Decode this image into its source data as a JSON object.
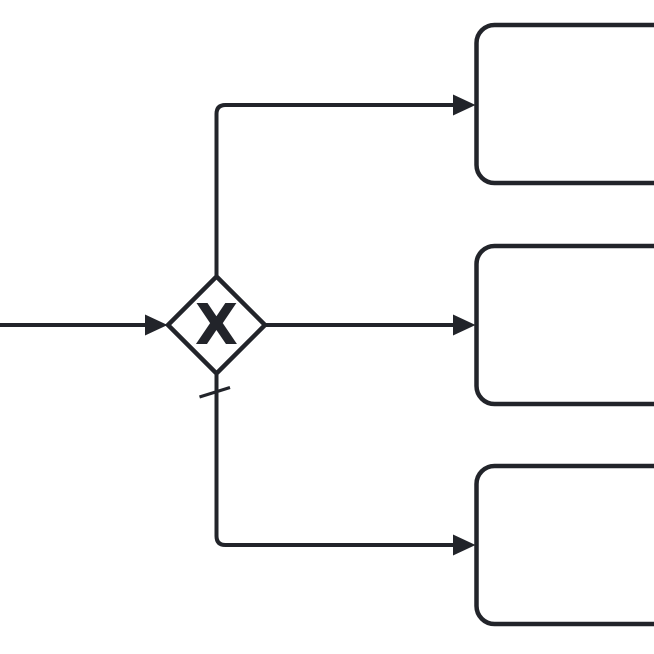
{
  "canvas": {
    "background_color": "#ffffff",
    "stroke_color": "#22242a",
    "shape_fill_color": "#ffffff"
  },
  "diagram": {
    "kind": "bpmn-process-fragment",
    "gateway": {
      "type": "exclusive-gateway",
      "marker": "X"
    },
    "tasks": [
      {
        "position": "top",
        "label": ""
      },
      {
        "position": "middle",
        "label": ""
      },
      {
        "position": "bottom",
        "label": ""
      }
    ],
    "flows": [
      {
        "name": "incoming",
        "from": "left-edge",
        "to": "gateway",
        "default_flow": false
      },
      {
        "name": "to-top-task",
        "from": "gateway",
        "to": "top-task",
        "default_flow": false
      },
      {
        "name": "to-middle-task",
        "from": "gateway",
        "to": "middle-task",
        "default_flow": false
      },
      {
        "name": "to-bottom-task",
        "from": "gateway",
        "to": "bottom-task",
        "default_flow": true
      }
    ]
  }
}
